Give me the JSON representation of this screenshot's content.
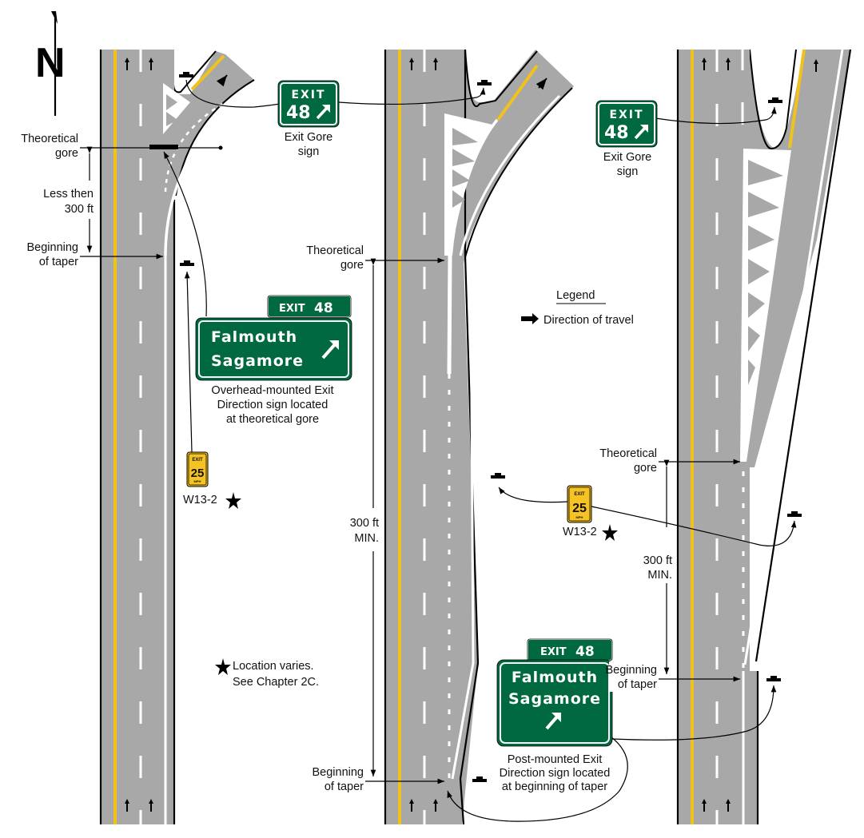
{
  "north_label": "N",
  "legend": {
    "title": "Legend",
    "direction_of_travel": "Direction of travel"
  },
  "footnote": {
    "line1": "Location varies.",
    "line2": "See Chapter 2C."
  },
  "colors": {
    "pavement": "#a8a8a8",
    "edge": "#000000",
    "yellow_line": "#f2c21c",
    "white_line": "#ffffff",
    "guide_sign_green": "#00693f",
    "warning_yellow": "#f6c325"
  },
  "panel1": {
    "theoretical_gore": [
      "Theoretical",
      "gore"
    ],
    "distance": [
      "Less then",
      "300 ft"
    ],
    "beginning_of_taper": [
      "Beginning",
      "of taper"
    ],
    "overhead_caption": [
      "Overhead-mounted Exit",
      "Direction sign located",
      "at theoretical gore"
    ],
    "w13_label": "W13-2"
  },
  "panel2": {
    "theoretical_gore": [
      "Theoretical",
      "gore"
    ],
    "distance": [
      "300 ft",
      "MIN."
    ],
    "beginning_of_taper": [
      "Beginning",
      "of taper"
    ],
    "gore_caption": [
      "Exit Gore",
      "sign"
    ],
    "post_caption": [
      "Post-mounted Exit",
      "Direction sign located",
      "at beginning of taper"
    ]
  },
  "panel3": {
    "theoretical_gore": [
      "Theoretical",
      "gore"
    ],
    "distance": [
      "300 ft",
      "MIN."
    ],
    "beginning_of_taper": [
      "Beginning",
      "of taper"
    ],
    "gore_caption": [
      "Exit Gore",
      "sign"
    ],
    "w13_label": "W13-2"
  },
  "exit_gore_sign": {
    "word": "EXIT",
    "number": "48"
  },
  "exit_direction_sign": {
    "tab_word": "EXIT",
    "tab_number": "48",
    "line1": "Falmouth",
    "line2": "Sagamore"
  },
  "speed_plaque": {
    "word": "EXIT",
    "speed": "25",
    "units": "MPH"
  }
}
